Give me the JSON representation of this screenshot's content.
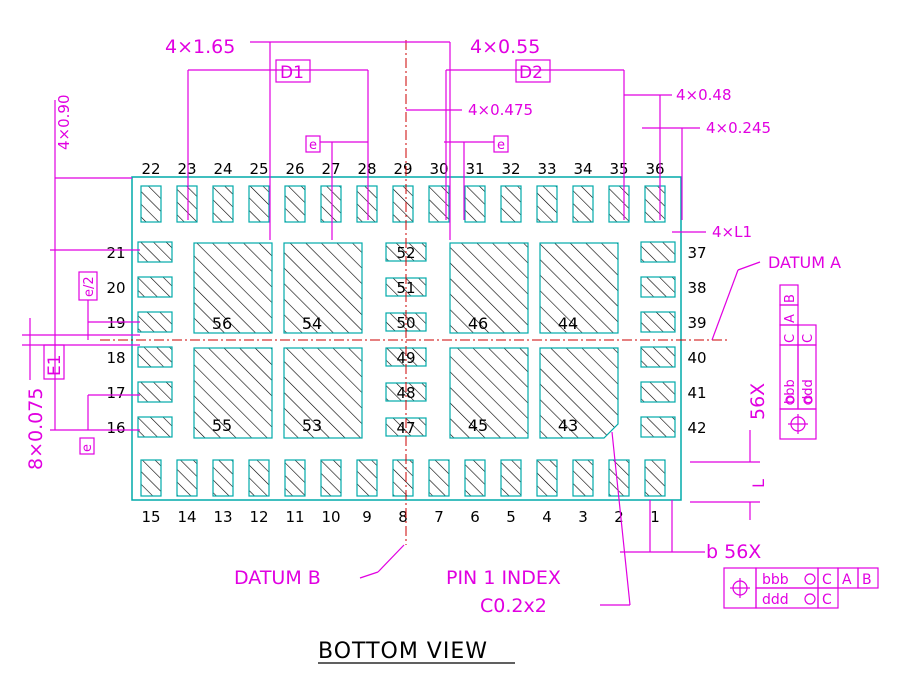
{
  "title": "BOTTOM VIEW",
  "colors": {
    "dimension": "#e100e1",
    "outline": "#00aaaa",
    "datum_line": "#cc0000",
    "text": "#000000"
  },
  "pins": {
    "top": [
      "22",
      "23",
      "24",
      "25",
      "26",
      "27",
      "28",
      "29",
      "30",
      "31",
      "32",
      "33",
      "34",
      "35",
      "36"
    ],
    "bottom": [
      "15",
      "14",
      "13",
      "12",
      "11",
      "10",
      "9",
      "8",
      "7",
      "6",
      "5",
      "4",
      "3",
      "2",
      "1"
    ],
    "left": [
      "21",
      "20",
      "19",
      "18",
      "17",
      "16"
    ],
    "right": [
      "37",
      "38",
      "39",
      "40",
      "41",
      "42"
    ],
    "center": [
      "52",
      "51",
      "50",
      "49",
      "48",
      "47"
    ],
    "pads": [
      "56",
      "54",
      "46",
      "44",
      "55",
      "53",
      "45",
      "43"
    ]
  },
  "dimensions": {
    "dim_4x165": "4×1.65",
    "dim_4x055": "4×0.55",
    "d1": "D1",
    "d2": "D2",
    "dim_4x0475": "4×0.475",
    "dim_4x048": "4×0.48",
    "dim_4x0245": "4×0.245",
    "dim_4x090": "4×0.90",
    "e": "e",
    "e_half": "e/2",
    "e1": "E1",
    "dim_8x0075": "8×0.075",
    "dim_4xl1": "4×L1",
    "dim_56x": "56X",
    "l": "L",
    "b_56x": "b 56X"
  },
  "labels": {
    "datum_a": "DATUM A",
    "datum_b": "DATUM B",
    "pin1_index": "PIN 1 INDEX",
    "chamfer": "C0.2x2"
  },
  "fcf_right": {
    "row1": [
      "bbb",
      "C",
      "A",
      "B"
    ],
    "row2": [
      "ddd",
      "C"
    ]
  },
  "fcf_bottom": {
    "row1": [
      "bbb",
      "C",
      "A",
      "B"
    ],
    "row2": [
      "ddd",
      "C"
    ]
  }
}
